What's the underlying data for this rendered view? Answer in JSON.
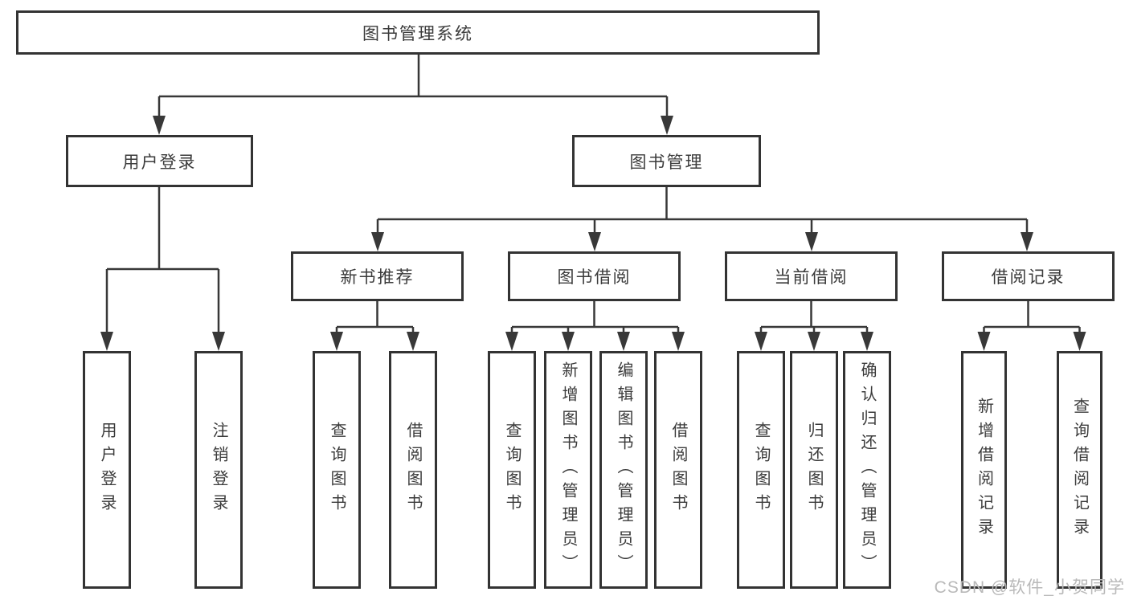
{
  "tree": {
    "root": {
      "label": "图书管理系统",
      "children": [
        {
          "label": "用户登录",
          "children": [
            {
              "label": "用户登录"
            },
            {
              "label": "注销登录"
            }
          ]
        },
        {
          "label": "图书管理",
          "children": [
            {
              "label": "新书推荐",
              "children": [
                {
                  "label": "查询图书"
                },
                {
                  "label": "借阅图书"
                }
              ]
            },
            {
              "label": "图书借阅",
              "children": [
                {
                  "label": "查询图书"
                },
                {
                  "label": "新增图书（管理员）"
                },
                {
                  "label": "编辑图书（管理员）"
                },
                {
                  "label": "借阅图书"
                }
              ]
            },
            {
              "label": "当前借阅",
              "children": [
                {
                  "label": "查询图书"
                },
                {
                  "label": "归还图书"
                },
                {
                  "label": "确认归还（管理员）"
                }
              ]
            },
            {
              "label": "借阅记录",
              "children": [
                {
                  "label": "新增借阅记录"
                },
                {
                  "label": "查询借阅记录"
                }
              ]
            }
          ]
        }
      ]
    }
  },
  "watermark": "CSDN @软件_小贺同学",
  "colors": {
    "background": "#ffffff",
    "line": "#383838",
    "box_border": "#333333",
    "text": "#3b3b3b",
    "watermark": "#b9b9b9"
  }
}
